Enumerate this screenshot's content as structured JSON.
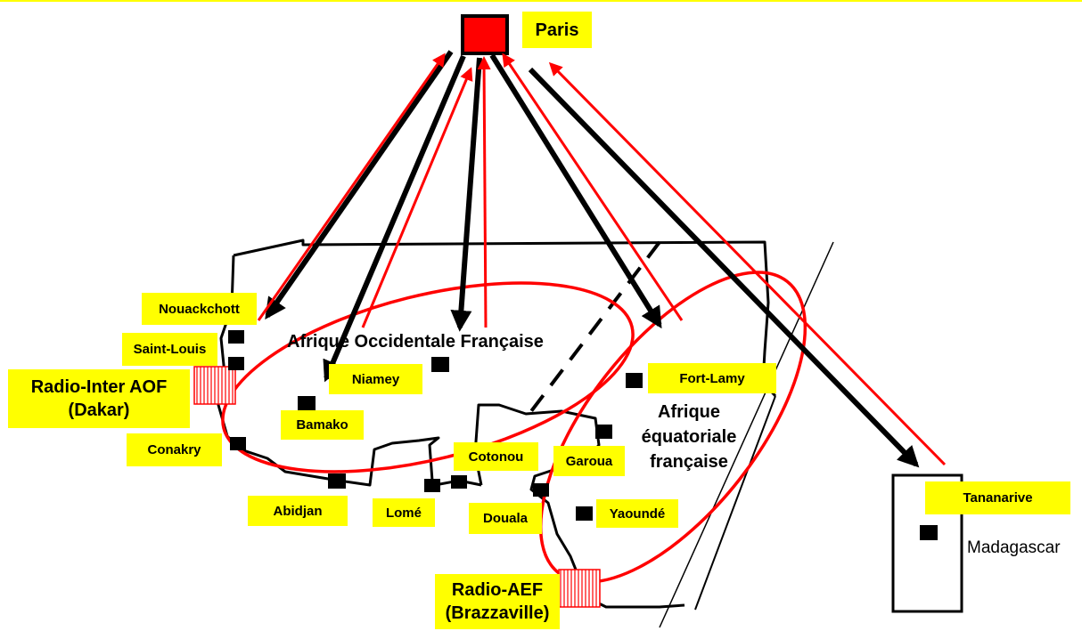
{
  "title": "",
  "capital": {
    "name": "Paris"
  },
  "regions": {
    "aof": "Afrique Occidentale Française",
    "aef_line1": "Afrique",
    "aef_line2": "équatoriale",
    "aef_line3": "française",
    "madagascar": "Madagascar"
  },
  "stations": {
    "aof_line1": "Radio-Inter AOF",
    "aof_line2": "(Dakar)",
    "aef_line1": "Radio-AEF",
    "aef_line2": "(Brazzaville)"
  },
  "cities": {
    "nouakchott": "Nouackchott",
    "saint_louis": "Saint-Louis",
    "conakry": "Conakry",
    "niamey": "Niamey",
    "bamako": "Bamako",
    "abidjan": "Abidjan",
    "lome": "Lomé",
    "cotonou": "Cotonou",
    "douala": "Douala",
    "garoua": "Garoua",
    "yaounde": "Yaoundé",
    "fort_lamy": "Fort-Lamy",
    "tananarive": "Tananarive"
  },
  "colors": {
    "highlight": "#ffff00",
    "paris_fill": "#ff0000",
    "return_link": "#ff0000",
    "outbound_link": "#000000"
  }
}
